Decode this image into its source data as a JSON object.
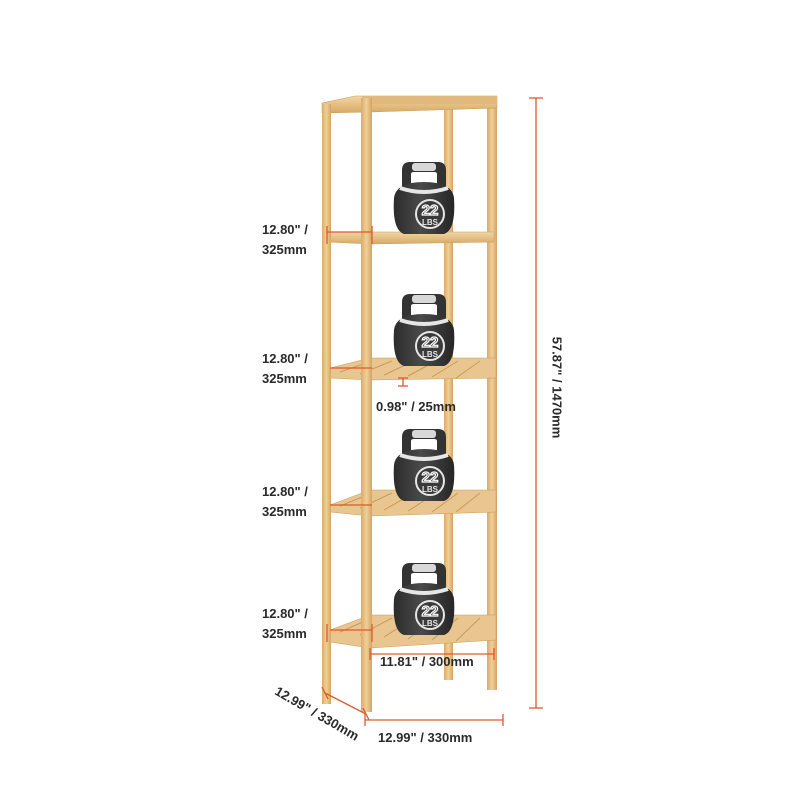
{
  "dimensions": {
    "shelf_gaps": [
      {
        "line1": "12.80\" /",
        "line2": "325mm"
      },
      {
        "line1": "12.80\" /",
        "line2": "325mm"
      },
      {
        "line1": "12.80\" /",
        "line2": "325mm"
      },
      {
        "line1": "12.80\" /",
        "line2": "325mm"
      }
    ],
    "slat_thickness": "0.98\" / 25mm",
    "total_height": "57.87\" / 1470mm",
    "shelf_inner_width": "11.81\" / 300mm",
    "width": "12.99\" / 330mm",
    "depth": "12.99\" / 330mm"
  },
  "kettlebells": [
    {
      "weight": "22",
      "unit": "LBS"
    },
    {
      "weight": "22",
      "unit": "LBS"
    },
    {
      "weight": "22",
      "unit": "LBS"
    },
    {
      "weight": "22",
      "unit": "LBS"
    }
  ],
  "colors": {
    "bamboo": "#e8c48e",
    "bamboo_dark": "#c99b5b",
    "dimension_line": "#e05a2a",
    "kettlebell": "#3a3a3a",
    "handle": "#d8d8d8"
  }
}
